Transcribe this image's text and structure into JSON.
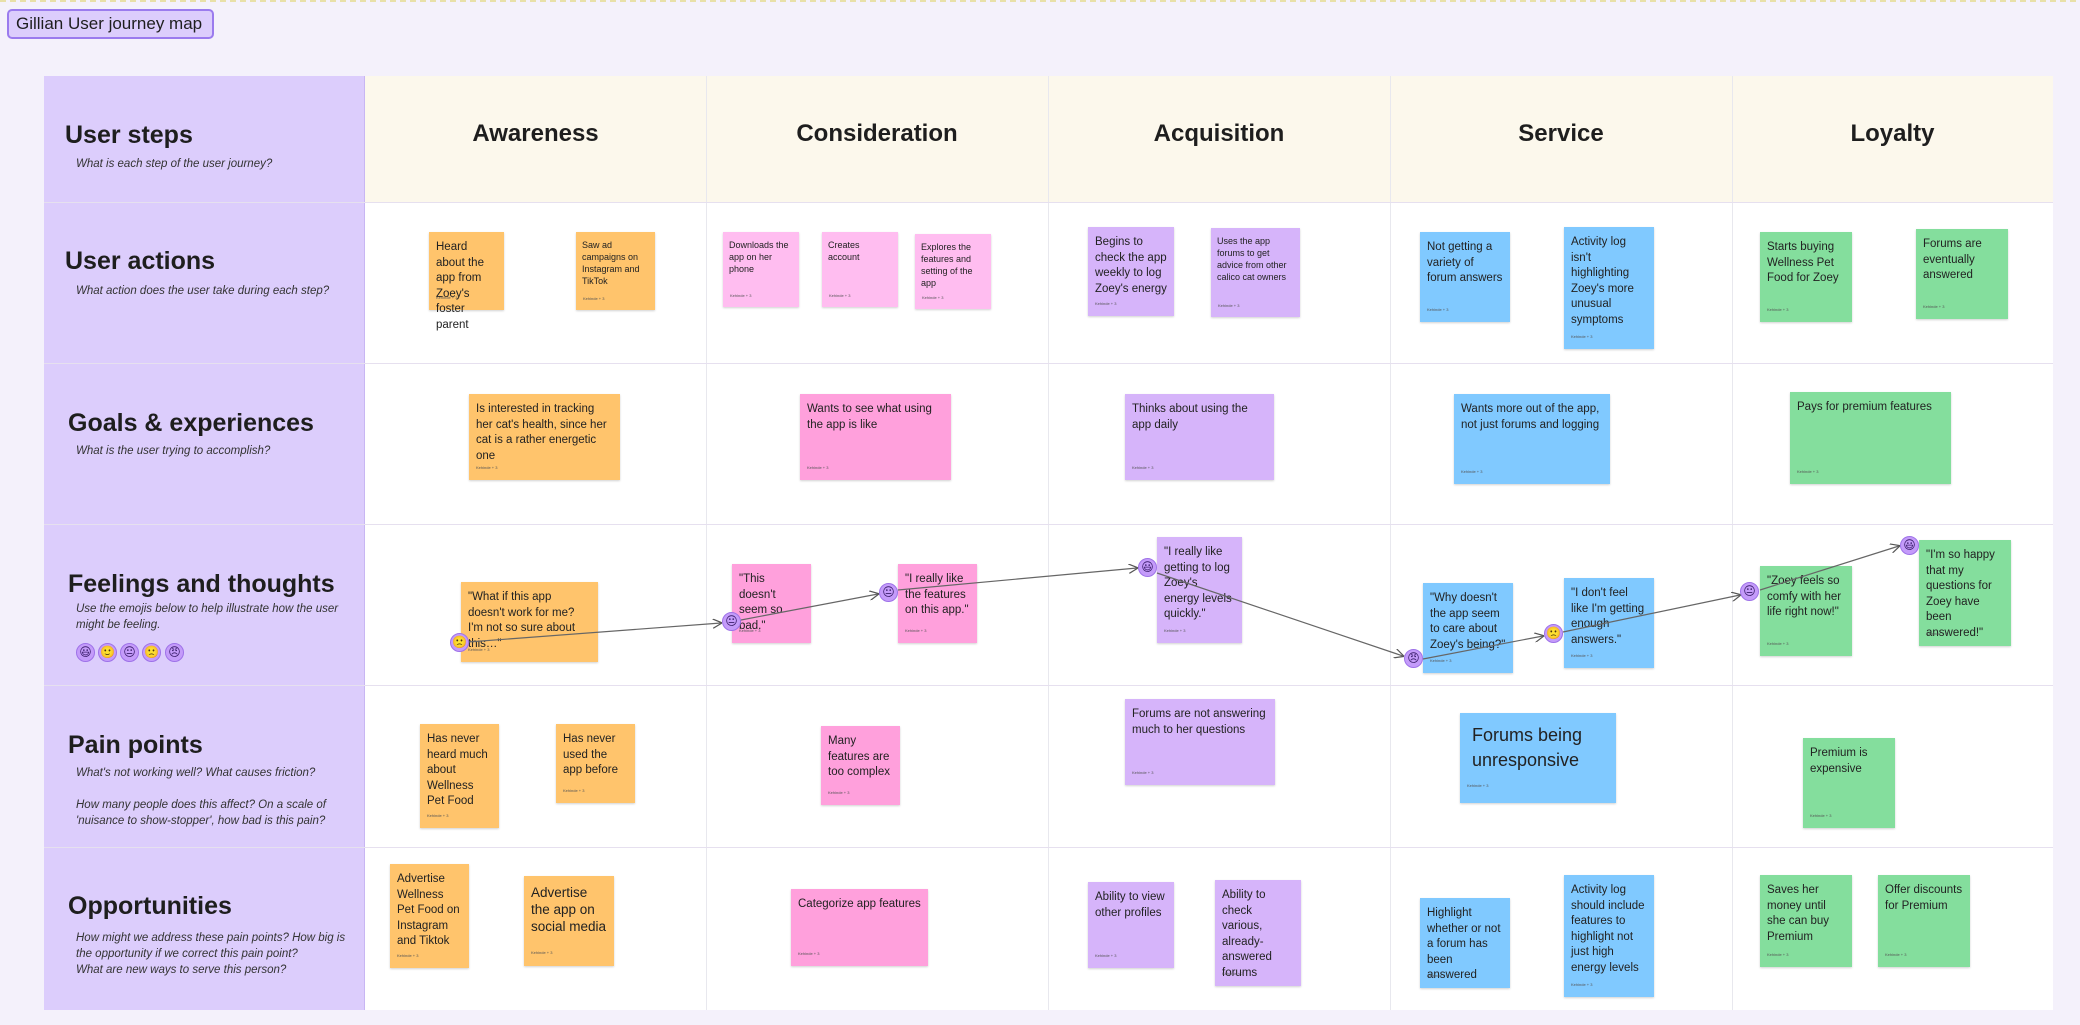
{
  "board": {
    "title": "Gillian User journey map"
  },
  "stages": [
    "Awareness",
    "Consideration",
    "Acquisition",
    "Service",
    "Loyalty"
  ],
  "rows": {
    "user_steps": {
      "title": "User steps",
      "subtitle": "What is each step of the user journey?"
    },
    "user_actions": {
      "title": "User actions",
      "subtitle": "What action does the user take during each step?"
    },
    "goals": {
      "title": "Goals & experiences",
      "subtitle": "What is the user trying to accomplish?"
    },
    "feelings": {
      "title": "Feelings and thoughts",
      "subtitle": "Use the emojis below to help illustrate how the user might be feeling."
    },
    "pain_points": {
      "title": "Pain points",
      "subtitle": "What's not working well? What causes friction?",
      "subtitle2": "How many people does this affect? On a scale of 'nuisance to show-stopper', how bad is this pain?"
    },
    "opportunities": {
      "title": "Opportunities",
      "subtitle": "How might we address these pain points? How big is the opportunity if we correct this pain point?",
      "subtitle2": "What are new ways to serve this person?"
    }
  },
  "emoji_legend": [
    "😃",
    "🙂",
    "😐",
    "🙁",
    "😠"
  ],
  "notes": {
    "actions": [
      "Heard about the app from Zoey's foster parent",
      "Saw ad campaigns on Instagram and TikTok",
      "Downloads the app on her phone",
      "Creates account",
      "Explores the features and setting of the app",
      "Begins to check the app weekly to log Zoey's energy",
      "Uses the app forums to get advice from other calico cat owners",
      "Not getting a variety of forum answers",
      "Activity log isn't highlighting Zoey's more unusual symptoms",
      "Starts buying Wellness Pet Food for Zoey",
      "Forums are eventually answered"
    ],
    "goals": [
      "Is interested in tracking her cat's health, since her cat is a rather energetic one",
      "Wants to see what using the app is like",
      "Thinks about using the app daily",
      "Wants more out of the app, not just forums and logging",
      "Pays for premium features"
    ],
    "feelings": [
      "\"What if this app doesn't work for me? I'm not so sure about this…\"",
      "\"This doesn't seem so bad.\"",
      "\"I really like the features on this app.\"",
      "\"I really like getting to log Zoey's energy levels quickly.\"",
      "\"Why doesn't the app seem to care about Zoey's being?\"",
      "\"I don't feel like I'm getting enough answers.\"",
      "\"Zoey feels so comfy with her life right now!\"",
      "\"I'm so happy that my questions for Zoey have been answered!\""
    ],
    "pains": [
      "Has never heard much about Wellness Pet Food",
      "Has never used the app before",
      "Many features are too complex",
      "Forums are not answering much to her questions",
      "Forums being unresponsive",
      "Premium is expensive"
    ],
    "opps": [
      "Advertise Wellness Pet Food on Instagram and Tiktok",
      "Advertise the app on social media",
      "Categorize app features",
      "Ability to view other profiles",
      "Ability to check various, already-answered forums",
      "Highlight whether or not a forum has been answered",
      "Activity log should include features to highlight not just high energy levels",
      "Saves her money until she can buy Premium",
      "Offer discounts for Premium"
    ]
  },
  "feeling_emojis": [
    "🙁",
    "😐",
    "😐",
    "😃",
    "😠",
    "🙁",
    "😐",
    "😃"
  ],
  "note_meta": "Kehinde + 3",
  "colors": {
    "label_column": "#dccdfc",
    "header_band": "#fcf8ec",
    "orange": "#ffc46c",
    "pink": "#ffa0dc",
    "purple": "#d6b4fa",
    "blue": "#80c9ff",
    "green": "#84de9d"
  }
}
